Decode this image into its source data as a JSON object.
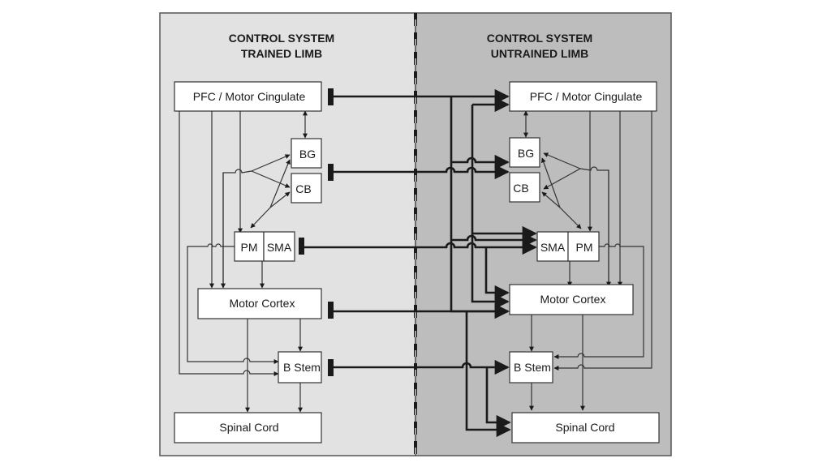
{
  "colors": {
    "left_panel_bg": "#e2e2e2",
    "right_panel_bg": "#bdbdbd",
    "box_fill": "#ffffff",
    "line": "#1a1a1a"
  },
  "left_panel": {
    "title_line1": "CONTROL SYSTEM",
    "title_line2": "TRAINED  LIMB",
    "boxes": {
      "pfc": "PFC / Motor Cingulate",
      "bg": "BG",
      "cb": "CB",
      "pm": "PM",
      "sma": "SMA",
      "motor_cortex": "Motor Cortex",
      "bstem": "B Stem",
      "spinal": "Spinal Cord"
    }
  },
  "right_panel": {
    "title_line1": "CONTROL SYSTEM",
    "title_line2": "UNTRAINED LIMB",
    "boxes": {
      "pfc": "PFC / Motor Cingulate",
      "bg": "BG",
      "cb": "CB",
      "sma": "SMA",
      "pm": "PM",
      "motor_cortex": "Motor Cortex",
      "bstem": "B Stem",
      "spinal": "Spinal Cord"
    }
  },
  "connections": {
    "cross_links": [
      "PFC / Motor Cingulate",
      "BG / CB",
      "PM / SMA",
      "Motor Cortex",
      "B Stem"
    ]
  }
}
